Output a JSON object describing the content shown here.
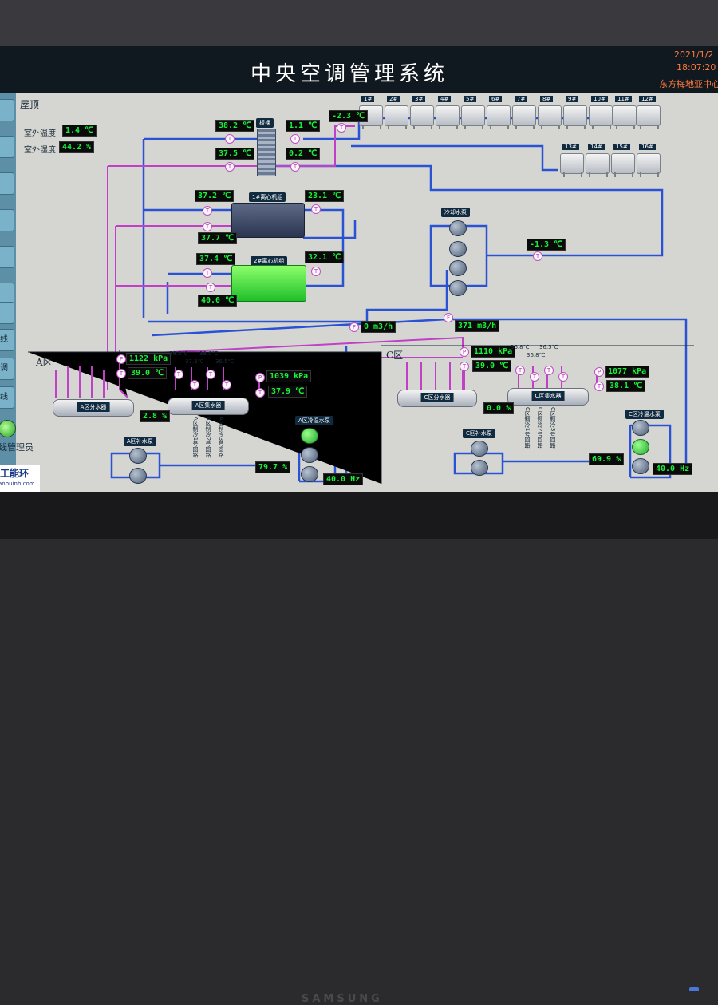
{
  "title": "中央空调管理系统",
  "date": "2021/1/2",
  "time": "18:07:20",
  "org": "东方梅地亚中心",
  "roof_label": "屋顶",
  "outdoor": {
    "temp_label": "室外温度",
    "temp_value": "1.4 ℃",
    "humidity_label": "室外湿度",
    "humidity_value": "44.2 %"
  },
  "towers_row1": [
    "1#",
    "2#",
    "3#",
    "4#",
    "5#",
    "6#",
    "7#",
    "8#",
    "9#",
    "10#",
    "11#",
    "12#"
  ],
  "towers_row2": [
    "13#",
    "14#",
    "15#",
    "16#"
  ],
  "tower_out_temp": "-2.3 ℃",
  "plate_hx_label": "板换",
  "plate_hx": {
    "t1": "38.2 ℃",
    "t2": "1.1 ℃",
    "t3": "37.5 ℃",
    "t4": "0.2 ℃"
  },
  "chiller1": {
    "label": "1#离心机组",
    "t_cond_in": "37.2 ℃",
    "t_evap": "23.1 ℃",
    "t_cond_out": "37.7 ℃"
  },
  "chiller2": {
    "label": "2#离心机组",
    "t_cond_in": "37.4 ℃",
    "t_evap": "32.1 ℃",
    "t_cond_out": "40.0 ℃"
  },
  "cooling_pump_label": "冷却水泵",
  "cooling_return": "-1.3 ℃",
  "flow1": "0 m3/h",
  "flow2": "371 m3/h",
  "zone_a": {
    "label": "A区",
    "pressure": "1122 kPa",
    "temp": "39.0 ℃",
    "branch_temps": [
      "38.5℃",
      "37.3℃",
      "38.0℃",
      "36.5℃"
    ],
    "return_pressure": "1039 kPa",
    "return_temp": "37.9 ℃",
    "supply_header": "A区分水器",
    "return_header": "A区集水器",
    "valve_open": "2.8 %",
    "makeup_pump": "A区补水泵",
    "circ_pump": "A区冷温水泵",
    "pump_speed": "79.7 %",
    "freq": "40.0 Hz",
    "branches": [
      "A区制冷1号回路",
      "A区制冷2号回路",
      "A区制冷3号回路"
    ]
  },
  "zone_c": {
    "label": "C区",
    "pressure": "1110 kPa",
    "temp": "39.0 ℃",
    "branch_temps": [
      "36.8℃",
      "36.8℃",
      "36.5℃"
    ],
    "return_pressure": "1077 kPa",
    "return_temp": "38.1 ℃",
    "supply_header": "C区分水器",
    "return_header": "C区集水器",
    "valve_open": "0.0 %",
    "makeup_pump": "C区补水泵",
    "circ_pump": "C区冷温水泵",
    "pump_speed": "69.9 %",
    "freq": "40.0 Hz",
    "branches": [
      "C区制冷1号回路",
      "C区制冷2号回路",
      "C区制冷3号回路"
    ]
  },
  "sidebar": {
    "buttons": [
      "",
      "",
      "",
      "",
      "",
      "",
      "",
      "线",
      "调",
      "线"
    ],
    "label": "线管理员"
  },
  "logo": {
    "name": "工能环",
    "url": "anhuinh.com"
  },
  "monitor_brand": "SAMSUNG"
}
